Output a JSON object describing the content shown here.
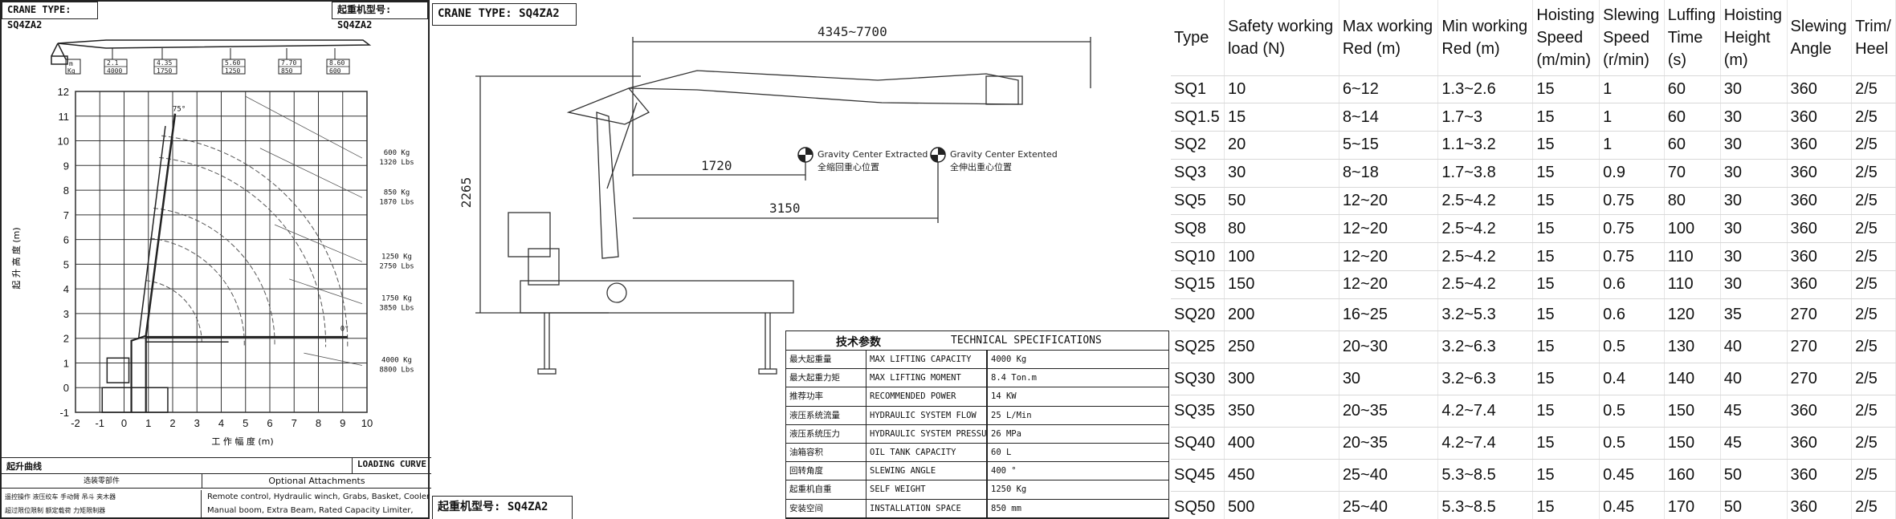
{
  "chart_panel": {
    "header_left": "CRANE TYPE: SQ4ZA2",
    "header_right": "起重机型号: SQ4ZA2",
    "boom_sections": [
      {
        "len": "2.1",
        "kg": "4000"
      },
      {
        "len": "4.35",
        "kg": "1750"
      },
      {
        "len": "5.60",
        "kg": "1250"
      },
      {
        "len": "7.70",
        "kg": "850"
      },
      {
        "len": "8.60",
        "kg": "600"
      }
    ],
    "boom_unit_top": "m",
    "boom_unit_bottom": "Kg",
    "y_axis_label": "起 升 高 度 (m)",
    "x_axis_label": "工 作 幅 度 (m)",
    "load_labels": [
      {
        "kg": "600 Kg",
        "lbs": "1320 Lbs"
      },
      {
        "kg": "850 Kg",
        "lbs": "1870 Lbs"
      },
      {
        "kg": "1250 Kg",
        "lbs": "2750 Lbs"
      },
      {
        "kg": "1750 Kg",
        "lbs": "3850 Lbs"
      },
      {
        "kg": "4000 Kg",
        "lbs": "8800 Lbs"
      }
    ],
    "angle_top": "75°",
    "angle_bottom": "0°",
    "curve_label_cn": "起升曲线",
    "curve_label_en": "LOADING CURVE",
    "attachments_cn": "选装零部件",
    "attachments_en": "Optional Attachments",
    "attachments_cn_line1": "遥控操作  液压绞车  手动臂  吊斗  夹木器",
    "attachments_cn_line2": "超过限位限制  额定载荷  力矩限制器",
    "attachments_en_line1": "Remote control, Hydraulic winch, Grabs, Basket, Cooler,",
    "attachments_en_line2": "Manual boom, Extra Beam, Rated Capacity Limiter,"
  },
  "chart_data": {
    "type": "line",
    "x_ticks": [
      -2,
      -1,
      0,
      1,
      2,
      3,
      4,
      5,
      6,
      7,
      8,
      9,
      10
    ],
    "y_ticks": [
      -1,
      0,
      1,
      2,
      3,
      4,
      5,
      6,
      7,
      8,
      9,
      10,
      11,
      12
    ],
    "xlim": [
      -2,
      10
    ],
    "ylim": [
      -1,
      12
    ],
    "grid": true
  },
  "drawing_panel": {
    "header": "CRANE TYPE: SQ4ZA2",
    "footer": "起重机型号: SQ4ZA2",
    "dim_reach": "4345~7700",
    "dim_height": "2265",
    "dim_1720": "1720",
    "dim_3150": "3150",
    "gc_extracted_en": "Gravity Center Extracted",
    "gc_extracted_cn": "全缩回重心位置",
    "gc_extended_en": "Gravity Center Extented",
    "gc_extended_cn": "全伸出重心位置",
    "spec_title_cn": "技术参数",
    "spec_title_en": "TECHNICAL SPECIFICATIONS",
    "specs": [
      {
        "cn": "最大起重量",
        "en": "MAX LIFTING CAPACITY",
        "val": "4000 Kg"
      },
      {
        "cn": "最大起重力矩",
        "en": "MAX LIFTING MOMENT",
        "val": "8.4 Ton.m"
      },
      {
        "cn": "推荐功率",
        "en": "RECOMMENDED POWER",
        "val": "14 KW"
      },
      {
        "cn": "液压系统流量",
        "en": "HYDRAULIC SYSTEM FLOW",
        "val": "25 L/Min"
      },
      {
        "cn": "液压系统压力",
        "en": "HYDRAULIC SYSTEM PRESSURE",
        "val": "26 MPa"
      },
      {
        "cn": "油箱容积",
        "en": "OIL TANK CAPACITY",
        "val": "60 L"
      },
      {
        "cn": "回转角度",
        "en": "SLEWING ANGLE",
        "val": "400 °"
      },
      {
        "cn": "起重机自重",
        "en": "SELF WEIGHT",
        "val": "1250 Kg"
      },
      {
        "cn": "安装空间",
        "en": "INSTALLATION SPACE",
        "val": "850 mm"
      }
    ]
  },
  "table": {
    "headers": [
      [
        "Type"
      ],
      [
        "Safety working",
        "load (N)"
      ],
      [
        "Max working",
        "Red (m)"
      ],
      [
        "Min working",
        "Red (m)"
      ],
      [
        "Hoisting",
        "Speed",
        "(m/min)"
      ],
      [
        "Slewing",
        "Speed",
        "(r/min)"
      ],
      [
        "Luffing",
        "Time",
        "(s)"
      ],
      [
        "Hoisting",
        "Height",
        "(m)"
      ],
      [
        "Slewing",
        "Angle"
      ],
      [
        "Trim/",
        "Heel"
      ]
    ],
    "rows": [
      [
        "SQ1",
        "10",
        "6~12",
        "1.3~2.6",
        "15",
        "1",
        "60",
        "30",
        "360",
        "2/5"
      ],
      [
        "SQ1.5",
        "15",
        "8~14",
        "1.7~3",
        "15",
        "1",
        "60",
        "30",
        "360",
        "2/5"
      ],
      [
        "SQ2",
        "20",
        "5~15",
        "1.1~3.2",
        "15",
        "1",
        "60",
        "30",
        "360",
        "2/5"
      ],
      [
        "SQ3",
        "30",
        "8~18",
        "1.7~3.8",
        "15",
        "0.9",
        "70",
        "30",
        "360",
        "2/5"
      ],
      [
        "SQ5",
        "50",
        "12~20",
        "2.5~4.2",
        "15",
        "0.75",
        "80",
        "30",
        "360",
        "2/5"
      ],
      [
        "SQ8",
        "80",
        "12~20",
        "2.5~4.2",
        "15",
        "0.75",
        "100",
        "30",
        "360",
        "2/5"
      ],
      [
        "SQ10",
        "100",
        "12~20",
        "2.5~4.2",
        "15",
        "0.75",
        "110",
        "30",
        "360",
        "2/5"
      ],
      [
        "SQ15",
        "150",
        "12~20",
        "2.5~4.2",
        "15",
        "0.6",
        "110",
        "30",
        "360",
        "2/5"
      ],
      [
        "SQ20",
        "200",
        "16~25",
        "3.2~5.3",
        "15",
        "0.6",
        "120",
        "35",
        "270",
        "2/5"
      ],
      [
        "SQ25",
        "250",
        "20~30",
        "3.2~6.3",
        "15",
        "0.5",
        "130",
        "40",
        "270",
        "2/5"
      ],
      [
        "SQ30",
        "300",
        "30",
        "3.2~6.3",
        "15",
        "0.4",
        "140",
        "40",
        "270",
        "2/5"
      ],
      [
        "SQ35",
        "350",
        "20~35",
        "4.2~7.4",
        "15",
        "0.5",
        "150",
        "45",
        "360",
        "2/5"
      ],
      [
        "SQ40",
        "400",
        "20~35",
        "4.2~7.4",
        "15",
        "0.5",
        "150",
        "45",
        "360",
        "2/5"
      ],
      [
        "SQ45",
        "450",
        "25~40",
        "5.3~8.5",
        "15",
        "0.45",
        "160",
        "50",
        "360",
        "2/5"
      ],
      [
        "SQ50",
        "500",
        "25~40",
        "5.3~8.5",
        "15",
        "0.45",
        "170",
        "50",
        "360",
        "2/5"
      ]
    ]
  }
}
